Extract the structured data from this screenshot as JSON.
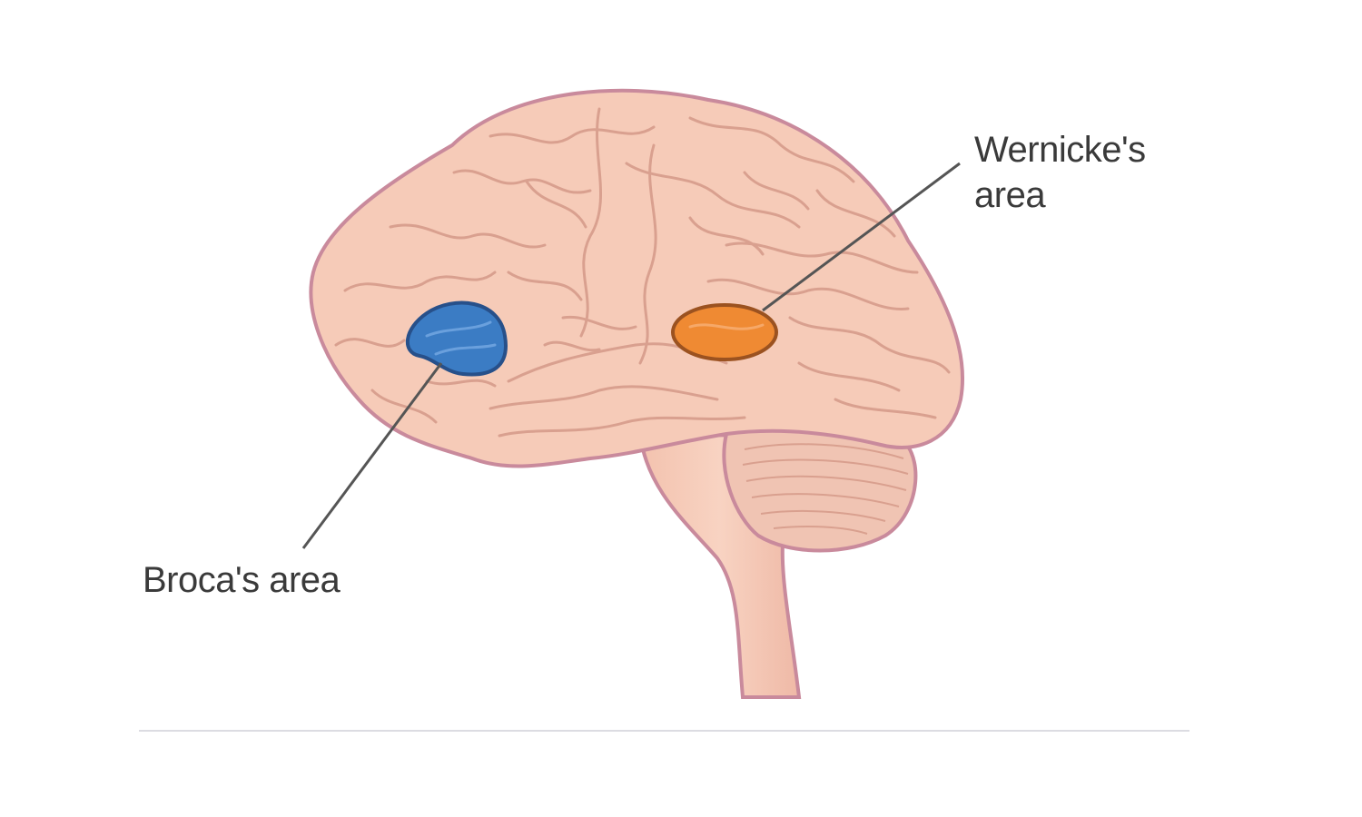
{
  "labels": {
    "wernicke_line1": "Wernicke's",
    "wernicke_line2": "area",
    "broca": "Broca's area"
  },
  "colors": {
    "brain_fill": "#f6cbb8",
    "brain_outline": "#c98a9c",
    "gyri_lines": "#d9a08f",
    "broca_area": "#3b7cc4",
    "wernicke_area": "#ef8a33",
    "leader_line": "#555555",
    "divider": "#dcdce2"
  }
}
